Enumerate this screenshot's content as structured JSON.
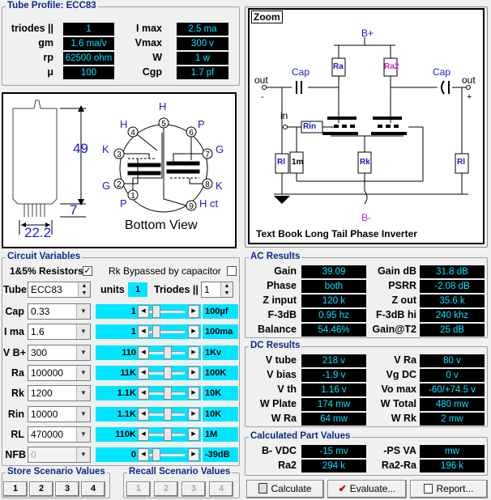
{
  "profile": {
    "legend": "Tube Profile: ECC83",
    "rows": [
      {
        "l1": "triodes ||",
        "v1": "1",
        "l2": "I max",
        "v2": "2.5 ma"
      },
      {
        "l1": "gm",
        "v1": "1.6 ma/v",
        "l2": "Vmax",
        "v2": "300 v"
      },
      {
        "l1": "rp",
        "v1": "62500 ohm",
        "l2": "W",
        "v2": "1 w"
      },
      {
        "l1": "μ",
        "v1": "100",
        "l2": "Cgp",
        "v2": "1.7 pf"
      }
    ]
  },
  "zoom": {
    "legend": "Zoom",
    "caption": "Text Book Long Tail Phase Inverter",
    "labels": {
      "bplus": "B+",
      "bminus": "B-",
      "out": "out",
      "cap": "Cap",
      "in": "in",
      "rin": "Rin",
      "rl": "Rl",
      "rk": "Rk",
      "ra": "Ra",
      "ra2": "Ra2",
      "onem": "1m",
      "minus": "-",
      "plus": "+"
    }
  },
  "tube": {
    "dim_height": "49",
    "dim_pins": "7",
    "dim_diameter": "22.2",
    "view": "Bottom View",
    "pins": [
      "1",
      "2",
      "3",
      "4",
      "5",
      "6",
      "7",
      "8",
      "9"
    ],
    "pinLabels": {
      "h_top": "H",
      "h_left": "H",
      "p_top": "P",
      "k_left": "K",
      "g_right": "G",
      "g_left": "G",
      "k_right": "K",
      "p_bottom": "P",
      "hct": "H ct"
    }
  },
  "circuit": {
    "legend": "Circuit Variables",
    "resistors_label": "1&5% Resistors",
    "resistors_checked": "✓",
    "rk_bypass_label": "Rk Bypassed by capacitor",
    "tube_label": "Tube",
    "tube_value": "ECC83",
    "units_label": "units",
    "units_value": "1",
    "triodes_label": "Triodes ||",
    "triodes_value": "1",
    "rows": [
      {
        "label": "Cap",
        "value": "0.33",
        "track": "1",
        "max": "100µf"
      },
      {
        "label": "I ma",
        "value": "1.6",
        "track": "1",
        "max": "100ma"
      },
      {
        "label": "V B+",
        "value": "300",
        "track": "110",
        "max": "1Kv"
      },
      {
        "label": "Ra",
        "value": "100000",
        "track": "11K",
        "max": "100K"
      },
      {
        "label": "Rk",
        "value": "1200",
        "track": "1.1K",
        "max": "10K"
      },
      {
        "label": "Rin",
        "value": "10000",
        "track": "1.1K",
        "max": "10K"
      },
      {
        "label": "RL",
        "value": "470000",
        "track": "110K",
        "max": "1M"
      },
      {
        "label": "NFB",
        "value": "0",
        "track": "0",
        "max": "-39dB"
      }
    ]
  },
  "ac": {
    "legend": "AC Results",
    "rows": [
      {
        "l1": "Gain",
        "v1": "39.09",
        "l2": "Gain dB",
        "v2": "31.8 dB"
      },
      {
        "l1": "Phase",
        "v1": "both",
        "l2": "PSRR",
        "v2": "-2.08 dB"
      },
      {
        "l1": "Z input",
        "v1": "120 k",
        "l2": "Z out",
        "v2": "35.6 k"
      },
      {
        "l1": "F-3dB",
        "v1": "0.95 hz",
        "l2": "F-3dB hi",
        "v2": "240 khz"
      },
      {
        "l1": "Balance",
        "v1": "54.46%",
        "l2": "Gain@T2",
        "v2": "25 dB"
      }
    ]
  },
  "dc": {
    "legend": "DC Results",
    "rows": [
      {
        "l1": "V tube",
        "v1": "218 v",
        "l2": "V Ra",
        "v2": "80 v"
      },
      {
        "l1": "V bias",
        "v1": "-1.9 v",
        "l2": "Vg DC",
        "v2": "0 v"
      },
      {
        "l1": "V th",
        "v1": "1.16 v",
        "l2": "Vo max",
        "v2": "-60/+74.5 v"
      },
      {
        "l1": "W Plate",
        "v1": "174 mw",
        "l2": "W Total",
        "v2": "480 mw"
      },
      {
        "l1": "W Ra",
        "v1": "64 mw",
        "l2": "W Rk",
        "v2": "2 mw"
      }
    ]
  },
  "calc": {
    "legend": "Calculated Part Values",
    "rows": [
      {
        "l1": "B- VDC",
        "v1": "-15 mv",
        "l2": "-PS VA",
        "v2": "mw"
      },
      {
        "l1": "Ra2",
        "v1": "294 k",
        "l2": "Ra2-Ra",
        "v2": "196 k"
      }
    ]
  },
  "store": {
    "legend": "Store Scenario Values",
    "buttons": [
      "1",
      "2",
      "3",
      "4"
    ]
  },
  "recall": {
    "legend": "Recall Scenario Values",
    "buttons": [
      "1",
      "2",
      "3",
      "4"
    ]
  },
  "actions": {
    "calculate": "Calculate",
    "evaluate": "Evaluate...",
    "report": "Report..."
  }
}
